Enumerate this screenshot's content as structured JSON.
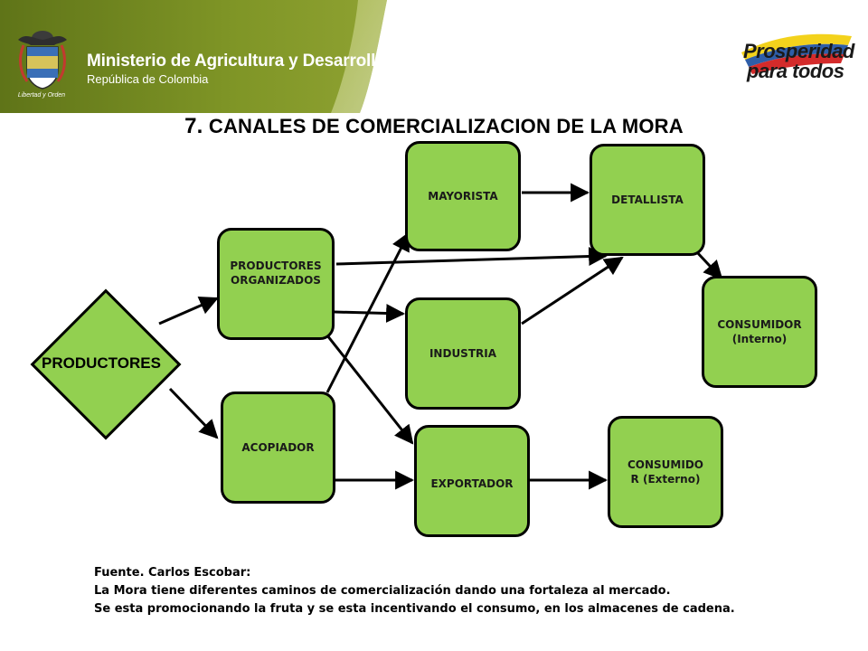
{
  "header": {
    "ministry_title": "Ministerio de Agricultura y Desarrollo Rural",
    "ministry_subtitle": "República de Colombia",
    "seal_caption": "Libertad y Orden",
    "brand_line1": "Prosperidad",
    "brand_line2": "para todos",
    "band_color": "#7a8f1e"
  },
  "title": {
    "number": "7.",
    "text": "CANALES DE COMERCIALIZACION  DE LA MORA"
  },
  "diagram": {
    "fill_color": "#92d050",
    "start": "PRODUCTORES",
    "nodes": {
      "productores_organizados": "PRODUCTORES ORGANIZADOS",
      "acopiador": "ACOPIADOR",
      "mayorista": "MAYORISTA",
      "industria": "INDUSTRIA",
      "exportador": "EXPORTADOR",
      "detallista": "DETALLISTA",
      "consumidor_interno_line1": "CONSUMIDOR",
      "consumidor_interno_line2": "(Interno)",
      "consumidor_externo_line1": "CONSUMIDO",
      "consumidor_externo_line2": "R (Externo)"
    },
    "edges": [
      [
        "PRODUCTORES",
        "PRODUCTORES ORGANIZADOS"
      ],
      [
        "PRODUCTORES",
        "ACOPIADOR"
      ],
      [
        "PRODUCTORES ORGANIZADOS",
        "DETALLISTA"
      ],
      [
        "PRODUCTORES ORGANIZADOS",
        "INDUSTRIA"
      ],
      [
        "PRODUCTORES ORGANIZADOS",
        "EXPORTADOR"
      ],
      [
        "ACOPIADOR",
        "MAYORISTA"
      ],
      [
        "ACOPIADOR",
        "EXPORTADOR"
      ],
      [
        "MAYORISTA",
        "DETALLISTA"
      ],
      [
        "INDUSTRIA",
        "DETALLISTA"
      ],
      [
        "DETALLISTA",
        "CONSUMIDOR (Interno)"
      ],
      [
        "EXPORTADOR",
        "CONSUMIDOR (Externo)"
      ]
    ]
  },
  "footer": {
    "source": "Fuente. Carlos Escobar:",
    "line1": "La Mora tiene diferentes caminos de comercialización dando  una fortaleza al mercado.",
    "line2": "Se esta promocionando la  fruta y se esta incentivando el consumo, en los almacenes de cadena."
  }
}
